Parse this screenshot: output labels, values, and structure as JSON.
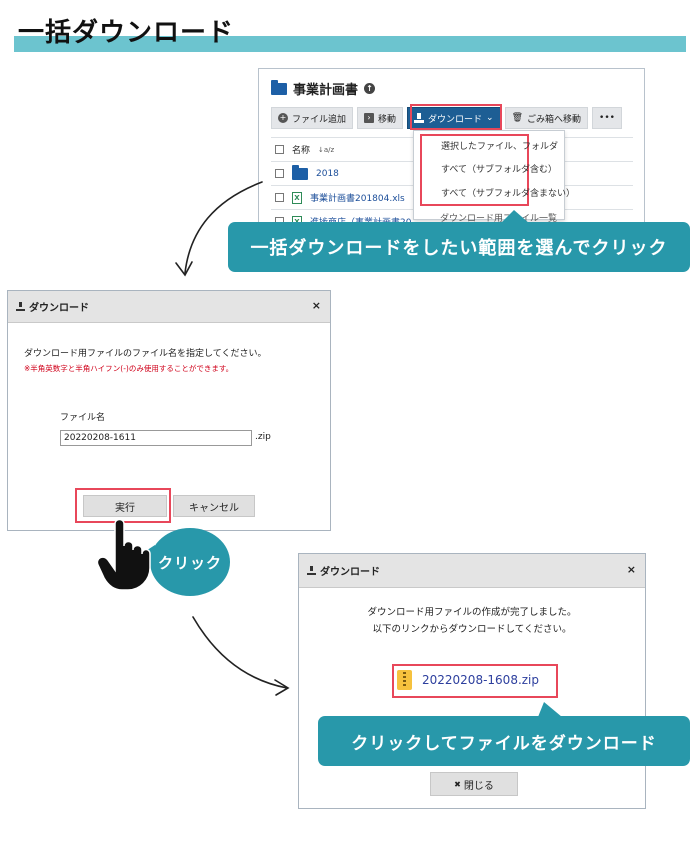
{
  "title": "一括ダウンロード",
  "file_manager": {
    "folder_title": "事業計画書",
    "toolbar": {
      "add_file": "ファイル追加",
      "move": "移動",
      "download": "ダウンロード",
      "trash": "ごみ箱へ移動",
      "more": "•••"
    },
    "columns": {
      "name": "名称",
      "sort_icon": "↓a/z"
    },
    "rows": [
      {
        "name": "2018",
        "type": "folder"
      },
      {
        "name": "事業計画書201804.xls",
        "type": "xls"
      },
      {
        "name": "進捗商店（事業計画書20...",
        "type": "xls"
      }
    ],
    "dropdown": {
      "items": [
        "選択したファイル、フォルダ",
        "すべて（サブフォルダ含む）",
        "すべて（サブフォルダ含まない）"
      ],
      "extra": "ダウンロード用ファイル一覧"
    }
  },
  "callouts": {
    "select_range": "一括ダウンロードをしたい範囲を選んでクリック",
    "click": "クリック",
    "click_download": "クリックしてファイルをダウンロード"
  },
  "dialog1": {
    "title": "ダウンロード",
    "close": "×",
    "message": "ダウンロード用ファイルのファイル名を指定してください。",
    "warning": "※半角英数字と半角ハイフン(-)のみ使用することができます。",
    "label": "ファイル名",
    "value": "20220208-1611",
    "ext": ".zip",
    "run": "実行",
    "cancel": "キャンセル"
  },
  "dialog2": {
    "title": "ダウンロード",
    "close": "×",
    "message1": "ダウンロード用ファイルの作成が完了しました。",
    "message2": "以下のリンクからダウンロードしてください。",
    "link": "20220208-1608.zip",
    "close_btn": "閉じる",
    "close_btn_icon": "✖"
  },
  "colors": {
    "accent": "#2898aa",
    "title_bar": "#6cc4cf",
    "highlight": "#e8475a",
    "primary_button": "#1d5e94"
  }
}
